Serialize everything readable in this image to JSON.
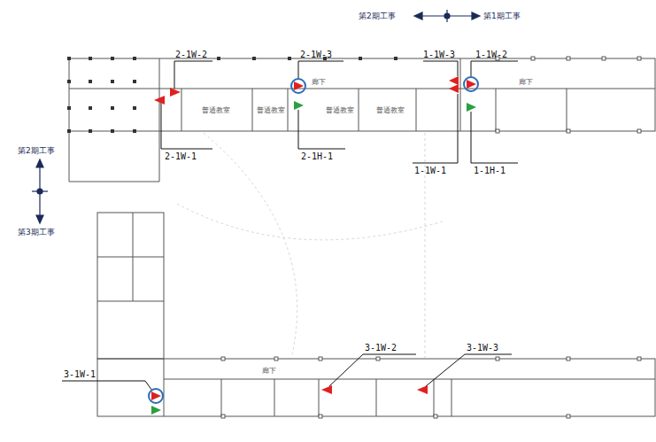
{
  "diagram": {
    "labels": [
      "第2期工事",
      "第1期工事",
      "第2期工事",
      "第3期工事",
      "2-1W-2",
      "2-1W-3",
      "1-1W-3",
      "1-1W-2",
      "2-1W-1",
      "2-1H-1",
      "1-1W-1",
      "1-1H-1",
      "3-1W-1",
      "3-1W-2",
      "3-1W-3",
      "普通教室",
      "普通教室",
      "普通教室",
      "普通教室",
      "廊下",
      "廊下",
      "廊下"
    ]
  }
}
